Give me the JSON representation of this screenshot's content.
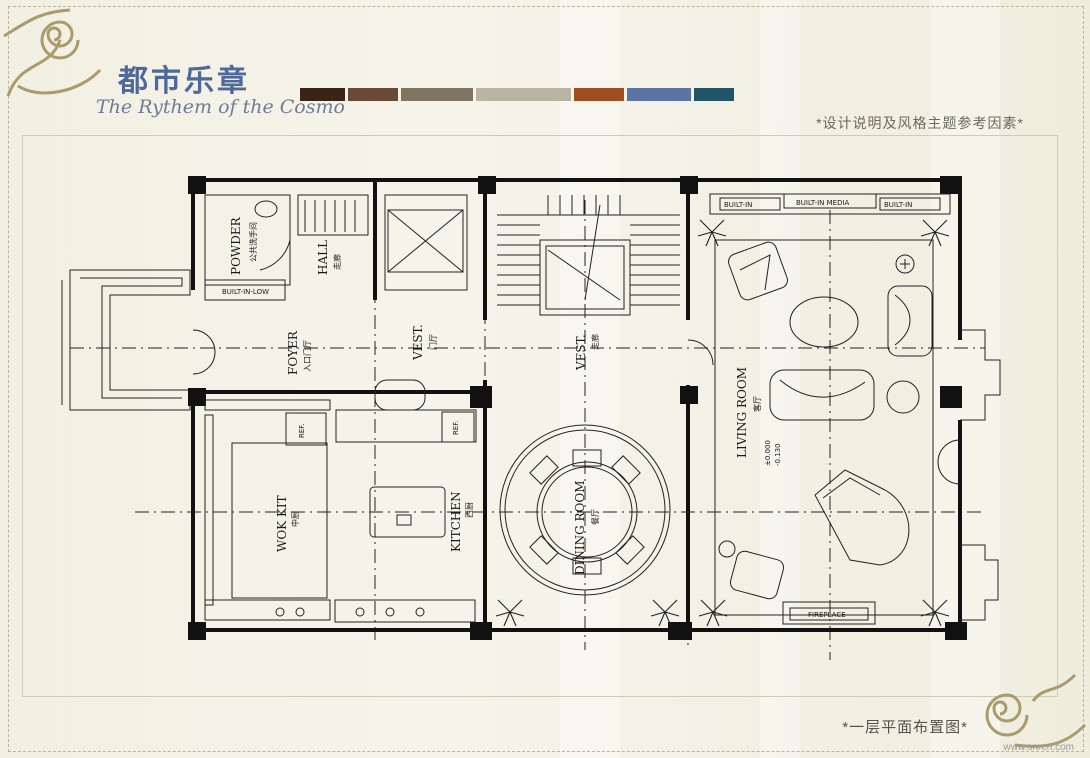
{
  "header": {
    "title_cn": "都市乐章",
    "title_en": "The Rythem of the Cosmo",
    "subtitle": "*设计说明及风格主题参考因素*"
  },
  "palette": [
    "#3b2415",
    "#6a4a36",
    "#7f7661",
    "#b9b5a4",
    "#a04d22",
    "#5b74a3",
    "#1f5566"
  ],
  "rooms": {
    "powder": "POWDER",
    "powder_cn": "公共洗手间",
    "hall": "HALL",
    "hall_cn": "走廊",
    "foyer": "FOYER",
    "foyer_cn": "入口门厅",
    "vest1": "VEST.",
    "vest1_cn": "门厅",
    "vest2": "VEST.",
    "vest2_cn": "走廊",
    "living": "LIVING ROOM",
    "living_cn": "客厅",
    "level1": "±0.000",
    "level2": "-0.130",
    "dining": "DINING ROOM",
    "dining_cn": "餐厅",
    "kitchen": "KITCHEN",
    "kitchen_cn": "西厨",
    "wok": "WOK KIT",
    "wok_cn": "中厨"
  },
  "fixtures": {
    "built_in_low": "BUILT-IN-LOW",
    "built_in_left": "BUILT-IN",
    "built_in_media": "BUILT-IN MEDIA",
    "built_in_right": "BUILT-IN",
    "fireplace": "FIREPLACE",
    "ref1": "REF.",
    "ref2": "REF."
  },
  "footer": {
    "caption": "*一层平面布置图*",
    "watermark": "www.snren.com"
  }
}
